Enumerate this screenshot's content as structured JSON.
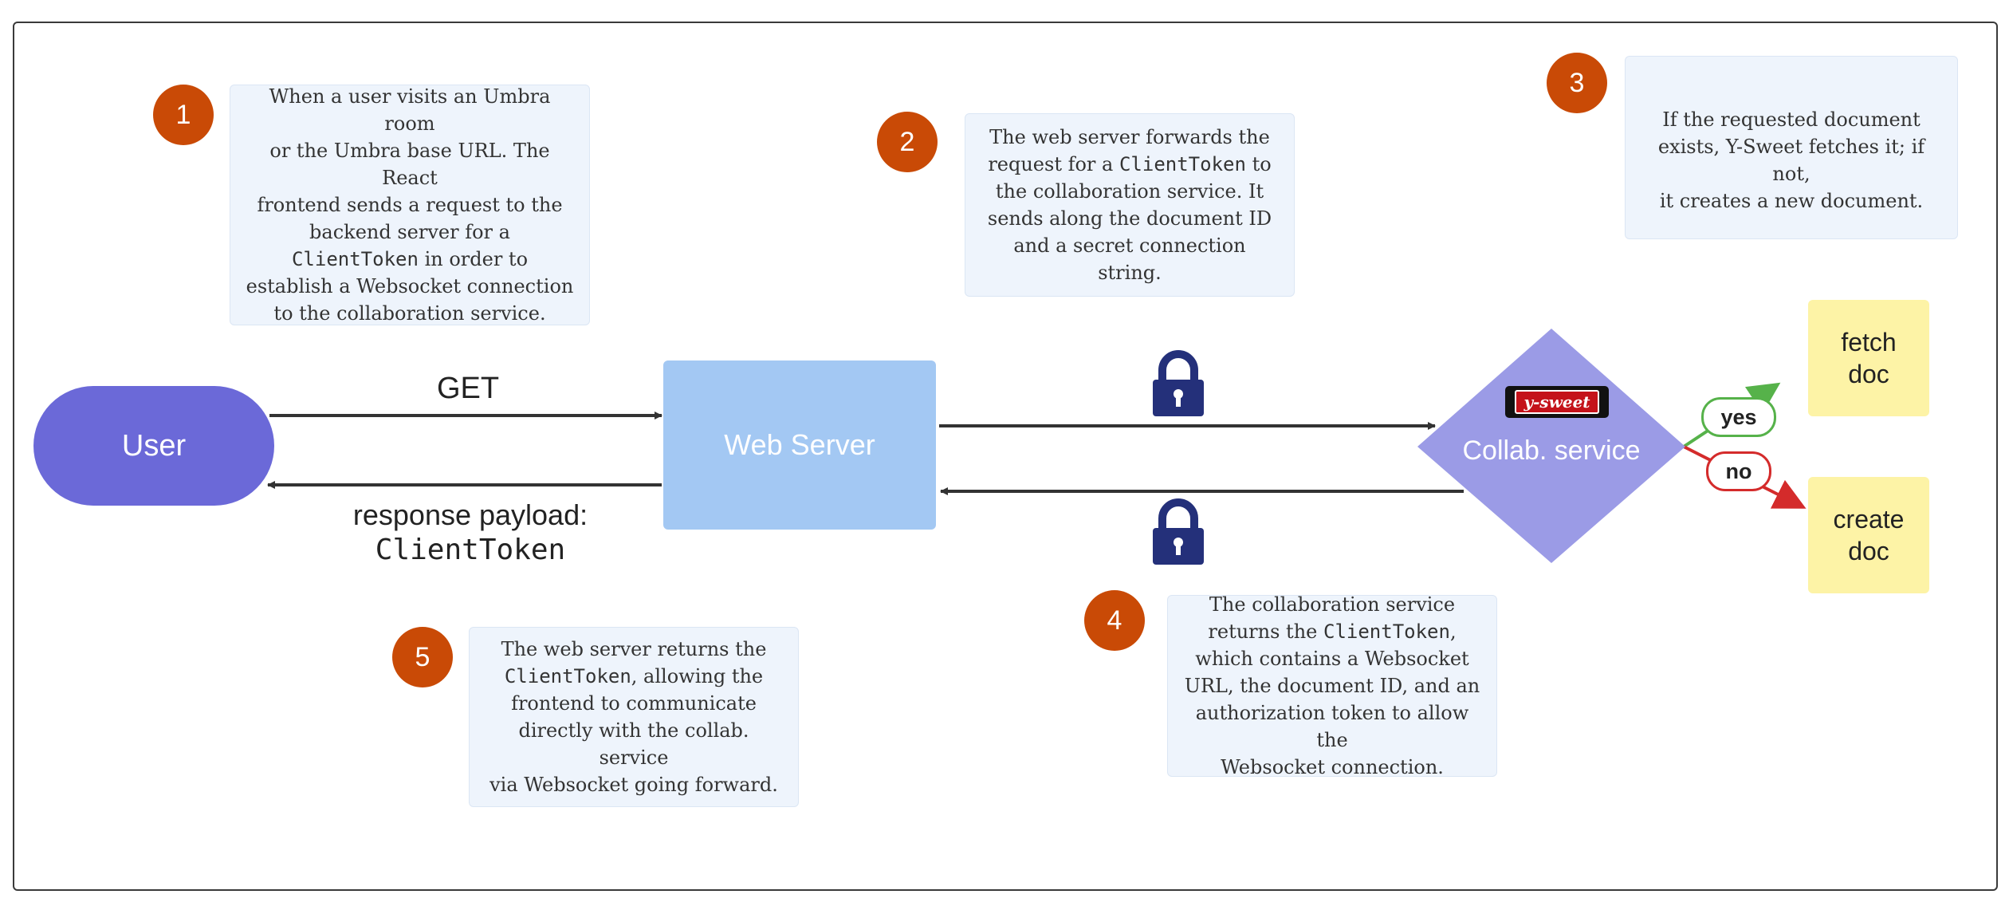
{
  "nodes": {
    "user": "User",
    "web_server": "Web Server",
    "collab_service": "Collab. service",
    "fetch_doc": "fetch\ndoc",
    "create_doc": "create\ndoc"
  },
  "edges": {
    "get": "GET",
    "response_line1": "response payload:",
    "response_line2": "ClientToken",
    "yes": "yes",
    "no": "no"
  },
  "logo": {
    "text": "y-sweet"
  },
  "steps": [
    {
      "number": "1",
      "pre": "When a user visits an Umbra room\nor the Umbra base URL. The React\nfrontend sends a request to the\nbackend server for a\n",
      "code": "ClientToken",
      "post": " in order to\nestablish a Websocket connection\nto the collaboration service."
    },
    {
      "number": "2",
      "pre": "The web server forwards the\nrequest for a ",
      "code": "ClientToken",
      "post": " to\nthe collaboration service. It\nsends along the document ID\nand a secret connection string."
    },
    {
      "number": "3",
      "pre": "If the requested document\nexists, Y-Sweet fetches it; if not,\nit creates a new document.",
      "code": "",
      "post": ""
    },
    {
      "number": "4",
      "pre": "The collaboration service\nreturns the ",
      "code": "ClientToken",
      "post": ",\nwhich contains a Websocket\nURL, the document ID, and an\nauthorization token to allow the\nWebsocket connection."
    },
    {
      "number": "5",
      "pre": "The web server returns the\n",
      "code": "ClientToken",
      "post": ", allowing the\nfrontend to communicate\ndirectly with the collab. service\nvia Websocket going forward."
    }
  ],
  "colors": {
    "badge": "#c94a06",
    "user": "#6b69d8",
    "web_server": "#a3c8f3",
    "collab_service": "#9b9be6",
    "doc_box": "#fdf3a6",
    "lock": "#24307a",
    "yes_edge": "#56b24a",
    "no_edge": "#d42b2b"
  }
}
